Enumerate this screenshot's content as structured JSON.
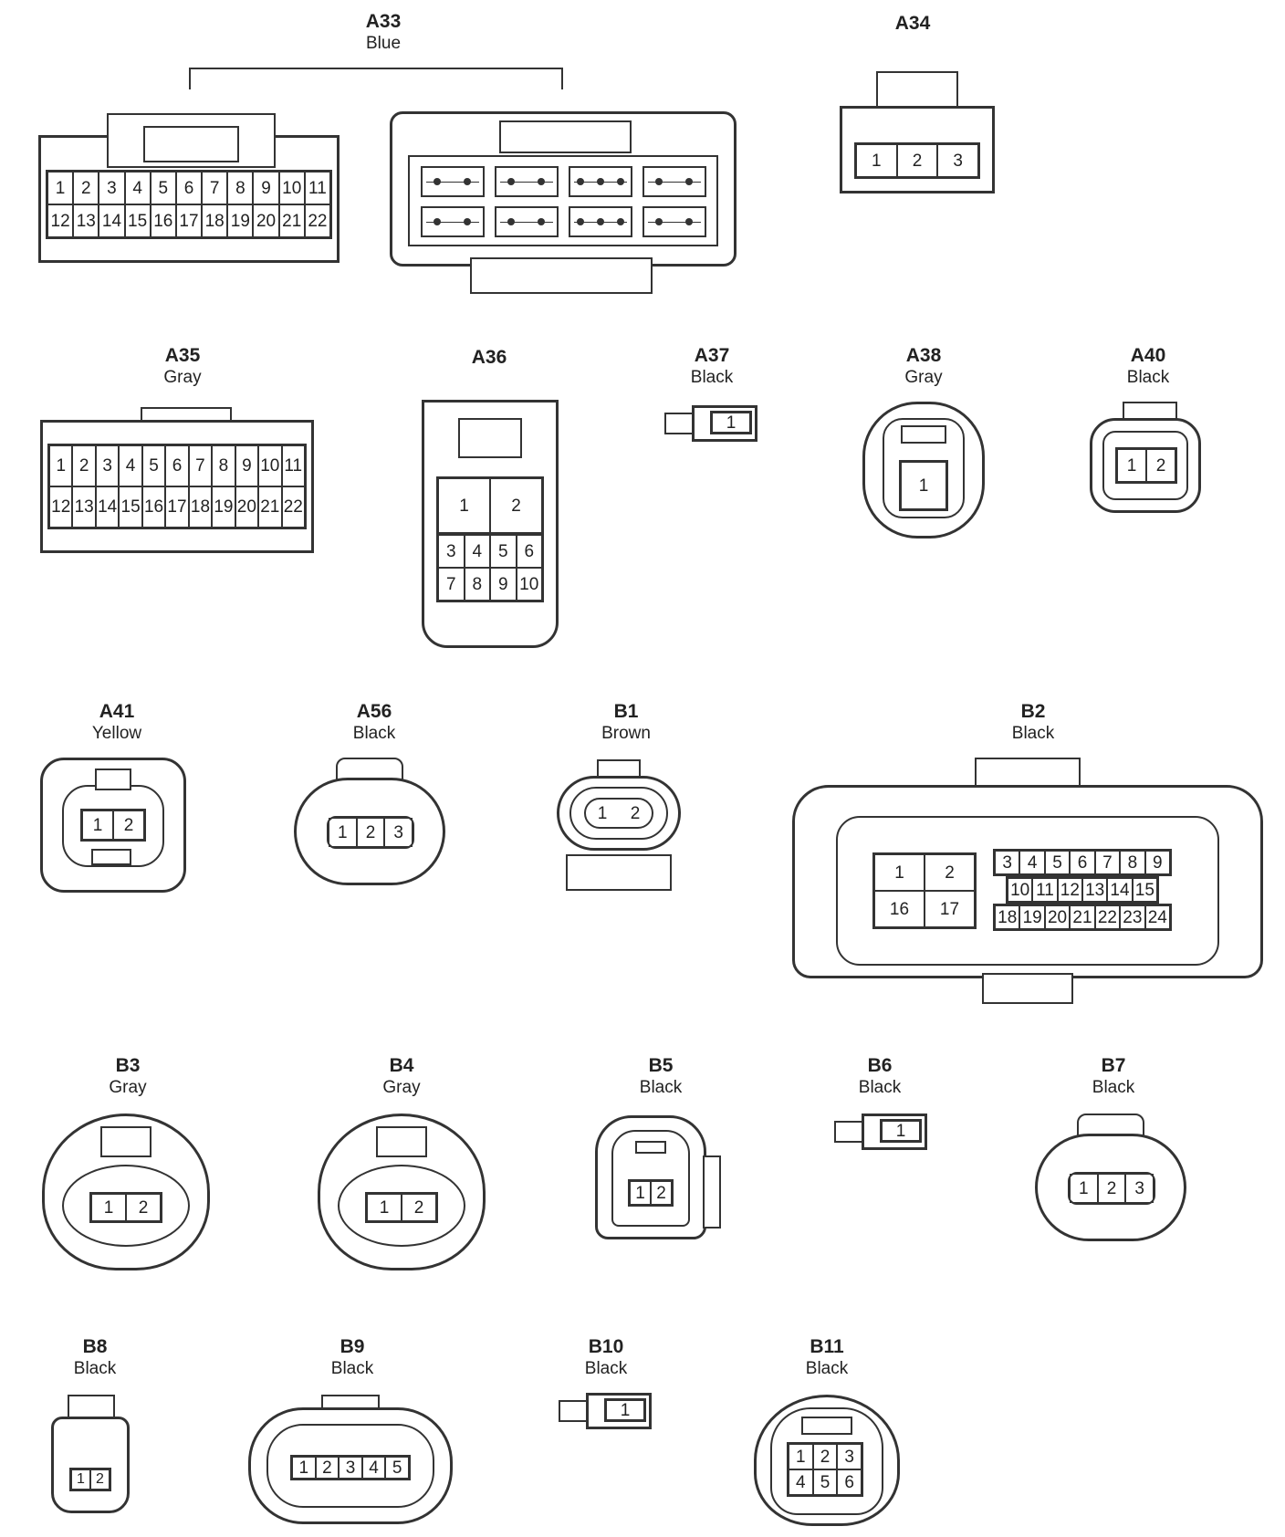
{
  "connectors": [
    {
      "id": "A33",
      "color": "Blue",
      "pins": [
        "1",
        "2",
        "3",
        "4",
        "5",
        "6",
        "7",
        "8",
        "9",
        "10",
        "11",
        "12",
        "13",
        "14",
        "15",
        "16",
        "17",
        "18",
        "19",
        "20",
        "21",
        "22"
      ]
    },
    {
      "id": "A34",
      "color": "",
      "pins": [
        "1",
        "2",
        "3"
      ]
    },
    {
      "id": "A35",
      "color": "Gray",
      "pins": [
        "1",
        "2",
        "3",
        "4",
        "5",
        "6",
        "7",
        "8",
        "9",
        "10",
        "11",
        "12",
        "13",
        "14",
        "15",
        "16",
        "17",
        "18",
        "19",
        "20",
        "21",
        "22"
      ]
    },
    {
      "id": "A36",
      "color": "",
      "pins": [
        "1",
        "2",
        "3",
        "4",
        "5",
        "6",
        "7",
        "8",
        "9",
        "10"
      ]
    },
    {
      "id": "A37",
      "color": "Black",
      "pins": [
        "1"
      ]
    },
    {
      "id": "A38",
      "color": "Gray",
      "pins": [
        "1"
      ]
    },
    {
      "id": "A40",
      "color": "Black",
      "pins": [
        "1",
        "2"
      ]
    },
    {
      "id": "A41",
      "color": "Yellow",
      "pins": [
        "1",
        "2"
      ]
    },
    {
      "id": "A56",
      "color": "Black",
      "pins": [
        "1",
        "2",
        "3"
      ]
    },
    {
      "id": "B1",
      "color": "Brown",
      "pins": [
        "1",
        "2"
      ]
    },
    {
      "id": "B2",
      "color": "Black",
      "pins": [
        "1",
        "2",
        "16",
        "17",
        "3",
        "4",
        "5",
        "6",
        "7",
        "8",
        "9",
        "10",
        "11",
        "12",
        "13",
        "14",
        "15",
        "18",
        "19",
        "20",
        "21",
        "22",
        "23",
        "24"
      ]
    },
    {
      "id": "B3",
      "color": "Gray",
      "pins": [
        "1",
        "2"
      ]
    },
    {
      "id": "B4",
      "color": "Gray",
      "pins": [
        "1",
        "2"
      ]
    },
    {
      "id": "B5",
      "color": "Black",
      "pins": [
        "1",
        "2"
      ]
    },
    {
      "id": "B6",
      "color": "Black",
      "pins": [
        "1"
      ]
    },
    {
      "id": "B7",
      "color": "Black",
      "pins": [
        "1",
        "2",
        "3"
      ]
    },
    {
      "id": "B8",
      "color": "Black",
      "pins": [
        "1",
        "2"
      ]
    },
    {
      "id": "B9",
      "color": "Black",
      "pins": [
        "1",
        "2",
        "3",
        "4",
        "5"
      ]
    },
    {
      "id": "B10",
      "color": "Black",
      "pins": [
        "1"
      ]
    },
    {
      "id": "B11",
      "color": "Black",
      "pins": [
        "1",
        "2",
        "3",
        "4",
        "5",
        "6"
      ]
    }
  ]
}
